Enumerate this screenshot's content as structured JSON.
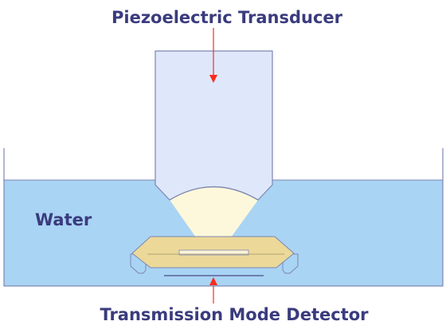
{
  "labels": {
    "top": "Piezoelectric Transducer",
    "bottom": "Transmission Mode Detector",
    "medium": "Water"
  },
  "colors": {
    "label_text": "#3a3b7e",
    "arrow": "#ff2a1a",
    "water": "#a9d4f4",
    "transducer": "#dfe7fb",
    "beam": "#fdf8db",
    "specimen": "#ecd999",
    "outline": "#7d86b2"
  }
}
